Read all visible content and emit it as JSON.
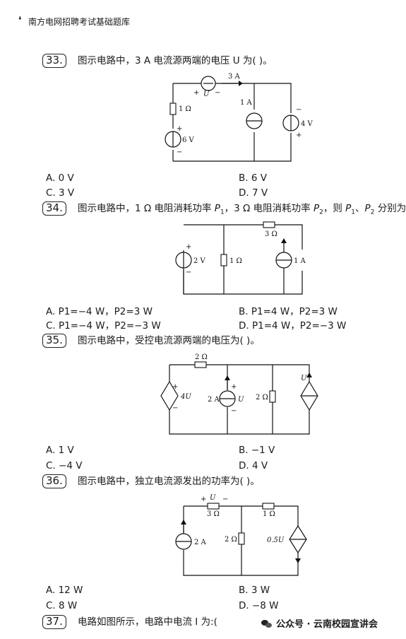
{
  "header": {
    "title": "南方电网招聘考试基础题库"
  },
  "questions": [
    {
      "num": "33.",
      "text": "图示电路中，3 A 电流源两端的电压 U 为(        )。",
      "circuit": {
        "labels": [
          "3 A",
          "+",
          "U",
          "−",
          "1 Ω",
          "1 A",
          "4 V",
          "+",
          "6 V",
          "−",
          "+",
          "−"
        ]
      },
      "options": [
        "A. 0 V",
        "B. 6 V",
        "C. 3 V",
        "D. 7 V"
      ]
    },
    {
      "num": "34.",
      "text_pre": "图示电路中，1 Ω 电阻消耗功率 ",
      "text_mid1": "，3 Ω 电阻消耗功率 ",
      "text_mid2": "，则 ",
      "text_post": " 分别为",
      "circuit": {
        "labels": [
          "3 Ω",
          "2 V",
          "1 Ω",
          "1 A",
          "+",
          "−"
        ]
      },
      "options": [
        "A. P1=−4 W，P2=3 W",
        "B. P1=4 W，P2=3 W",
        "C. P1=−4 W，P2=−3 W",
        "D. P1=4 W，P2=−3 W"
      ]
    },
    {
      "num": "35.",
      "text": "图示电路中，受控电流源两端的电压为(        )。",
      "circuit": {
        "labels": [
          "2 Ω",
          "4U",
          "2 A",
          "U",
          "2 Ω",
          "U",
          "+",
          "−",
          "+",
          "−"
        ]
      },
      "options": [
        "A. 1 V",
        "B. −1 V",
        "C. −4 V",
        "D. 4 V"
      ]
    },
    {
      "num": "36.",
      "text": "图示电路中，独立电流源发出的功率为(        )。",
      "circuit": {
        "labels": [
          "U",
          "+",
          "−",
          "3 Ω",
          "1 Ω",
          "2 A",
          "2 Ω",
          "0.5U"
        ]
      },
      "options": [
        "A. 12 W",
        "B. 3 W",
        "C. 8 W",
        "D. −8 W"
      ]
    },
    {
      "num": "37.",
      "text": "电路如图所示，电路中电流 I 为:("
    }
  ],
  "footer": {
    "text": "公众号 · 云南校园宣讲会"
  }
}
